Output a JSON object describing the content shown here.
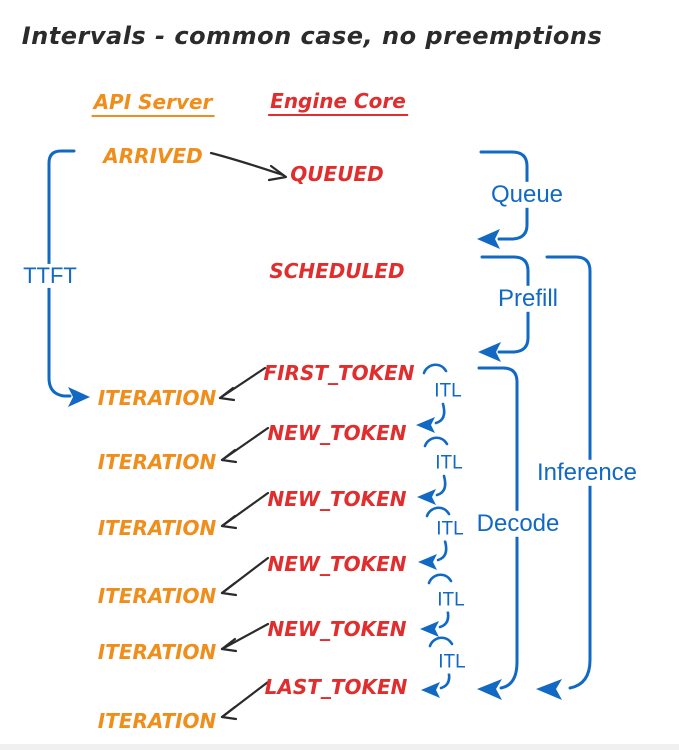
{
  "title": "Intervals - common case, no preemptions",
  "columns": {
    "api_server": "API Server",
    "engine_core": "Engine Core"
  },
  "events": {
    "arrived": "ARRIVED",
    "queued": "QUEUED",
    "scheduled": "SCHEDULED",
    "first_token": "FIRST_TOKEN",
    "new_tokens": [
      "NEW_TOKEN",
      "NEW_TOKEN",
      "NEW_TOKEN",
      "NEW_TOKEN"
    ],
    "last_token": "LAST_TOKEN",
    "iterations": [
      "ITERATION",
      "ITERATION",
      "ITERATION",
      "ITERATION",
      "ITERATION",
      "ITERATION"
    ]
  },
  "intervals": {
    "ttft": "TTFT",
    "queue": "Queue",
    "prefill": "Prefill",
    "decode": "Decode",
    "inference": "Inference",
    "itl": [
      "ITL",
      "ITL",
      "ITL",
      "ITL",
      "ITL"
    ]
  },
  "colors": {
    "api_server": "#ef8e1b",
    "engine_core": "#e02d2d",
    "interval": "#1269c4",
    "annotation": "#2b2b2b",
    "background": "#ffffff"
  }
}
